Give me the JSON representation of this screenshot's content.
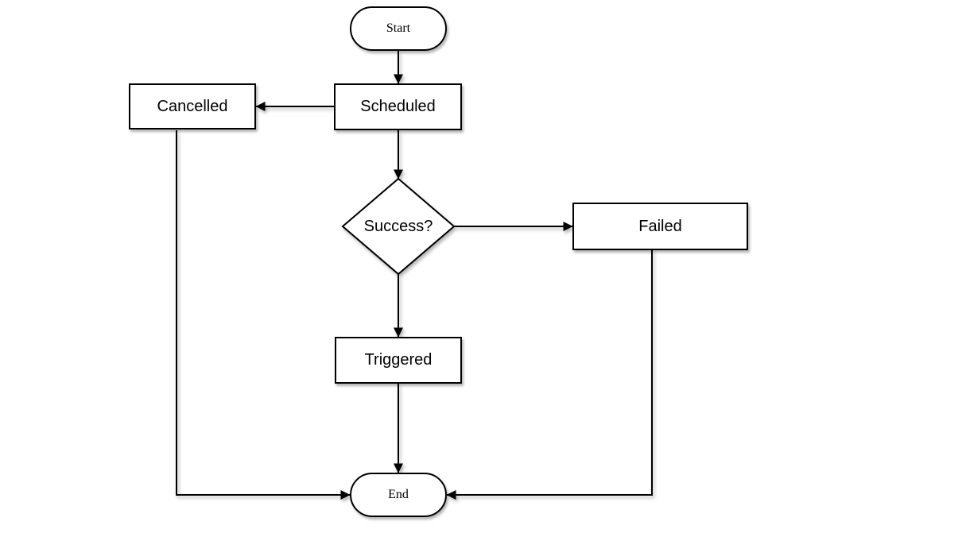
{
  "diagram": {
    "title": "workflow-state-flowchart",
    "nodes": {
      "start": {
        "label": "Start",
        "shape": "stadium"
      },
      "scheduled": {
        "label": "Scheduled",
        "shape": "rect"
      },
      "cancelled": {
        "label": "Cancelled",
        "shape": "rect"
      },
      "success": {
        "label": "Success?",
        "shape": "diamond"
      },
      "failed": {
        "label": "Failed",
        "shape": "rect"
      },
      "triggered": {
        "label": "Triggered",
        "shape": "rect"
      },
      "end": {
        "label": "End",
        "shape": "stadium"
      }
    },
    "edges": [
      {
        "from": "start",
        "to": "scheduled"
      },
      {
        "from": "scheduled",
        "to": "cancelled"
      },
      {
        "from": "scheduled",
        "to": "success"
      },
      {
        "from": "success",
        "to": "failed"
      },
      {
        "from": "success",
        "to": "triggered"
      },
      {
        "from": "triggered",
        "to": "end"
      },
      {
        "from": "cancelled",
        "to": "end"
      },
      {
        "from": "failed",
        "to": "end"
      }
    ],
    "colors": {
      "stroke": "#000000",
      "fill": "#ffffff",
      "background": "#ffffff",
      "shadow": "#999999"
    }
  }
}
